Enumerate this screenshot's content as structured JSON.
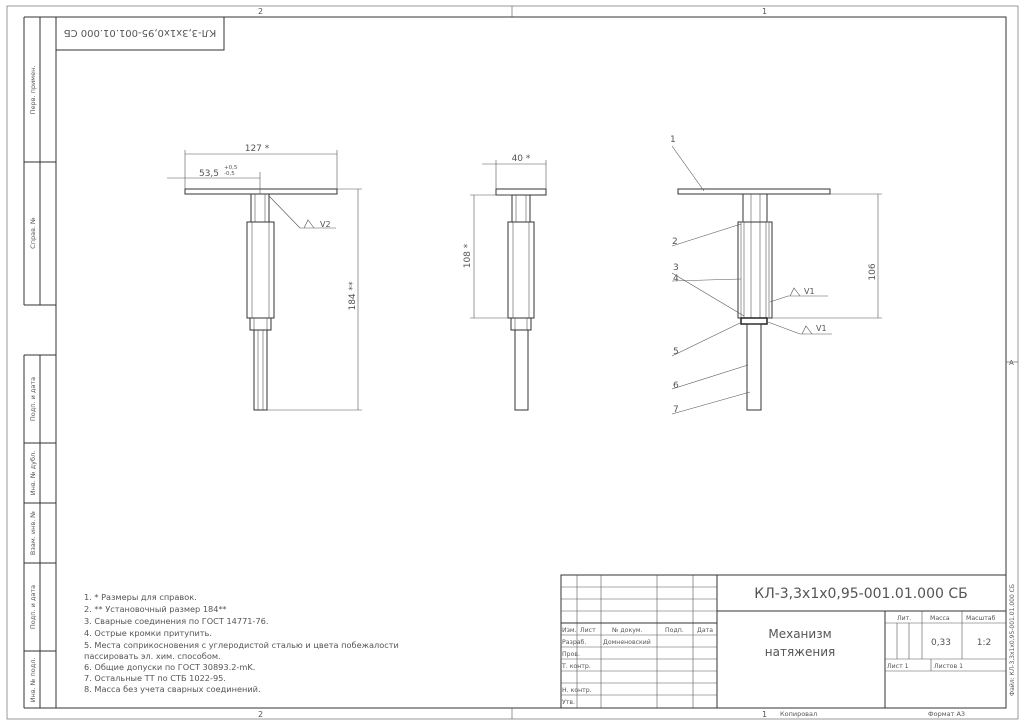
{
  "frame": {
    "zone_top_left": "2",
    "zone_top_right": "1",
    "zone_bottom_left": "2",
    "zone_bottom_right": "1",
    "zone_side": "A"
  },
  "top_stamp": "КЛ-3,3x1x0,95-001.01.000 СБ",
  "side_labels": {
    "perv_primen": "Перв. примен.",
    "sprav": "Справ. №",
    "podp_data_1": "Подп. и дата",
    "inv_dubl": "Инв. № дубл.",
    "vzam_inv": "Взам. инв. №",
    "podp_data_2": "Подп. и дата",
    "inv_podl": "Инв. № подл."
  },
  "dimensions": {
    "v1_width": "127 *",
    "v1_offset": "53,5",
    "v1_tol_plus": "+0,5",
    "v1_tol_minus": "-0,5",
    "v1_height": "184 **",
    "v1_weld": "V2",
    "v2_width": "40 *",
    "v2_height": "108 *",
    "v3_height": "106",
    "v3_weld_1": "V1",
    "v3_weld_2": "V1"
  },
  "leaders": [
    "1",
    "2",
    "3",
    "4",
    "5",
    "6",
    "7"
  ],
  "notes": [
    "1.   * Размеры для справок.",
    "2.   ** Установочный размер   184**",
    "3.   Сварные соединения по ГОСТ 14771-76.",
    "4.   Острые кромки притупить.",
    "5.   Места соприкосновения с углеродистой сталью и цвета побежалости",
    "пассировать эл. хим. способом.",
    "6.   Общие допуски по ГОСТ 30893.2-mK.",
    "7.   Остальные ТТ по СТБ 1022-95.",
    "8.   Масса без учета сварных соединений."
  ],
  "title_block": {
    "designation": "КЛ-3,3x1x0,95-001.01.000 СБ",
    "name_line1": "Механизм",
    "name_line2": "натяжения",
    "hdr_izm": "Изм.",
    "hdr_list": "Лист",
    "hdr_docum": "№ докум.",
    "hdr_podp": "Подп.",
    "hdr_data": "Дата",
    "razrab": "Разраб.",
    "razrab_name": "Домненовский",
    "prov": "Пров.",
    "tkontr": "Т. контр.",
    "nkontr": "Н. контр.",
    "utv": "Утв.",
    "lit": "Лит.",
    "massa": "Масса",
    "masshtab": "Масштаб",
    "massa_val": "0,33",
    "masshtab_val": "1:2",
    "sheet": "Лист 1",
    "sheets": "Листов 1"
  },
  "footer": {
    "kopiroval": "Копировал",
    "format": "Формат А3",
    "file_label": "Файл: КЛ-3,3x1x0,95-001.01.000 СБ"
  }
}
